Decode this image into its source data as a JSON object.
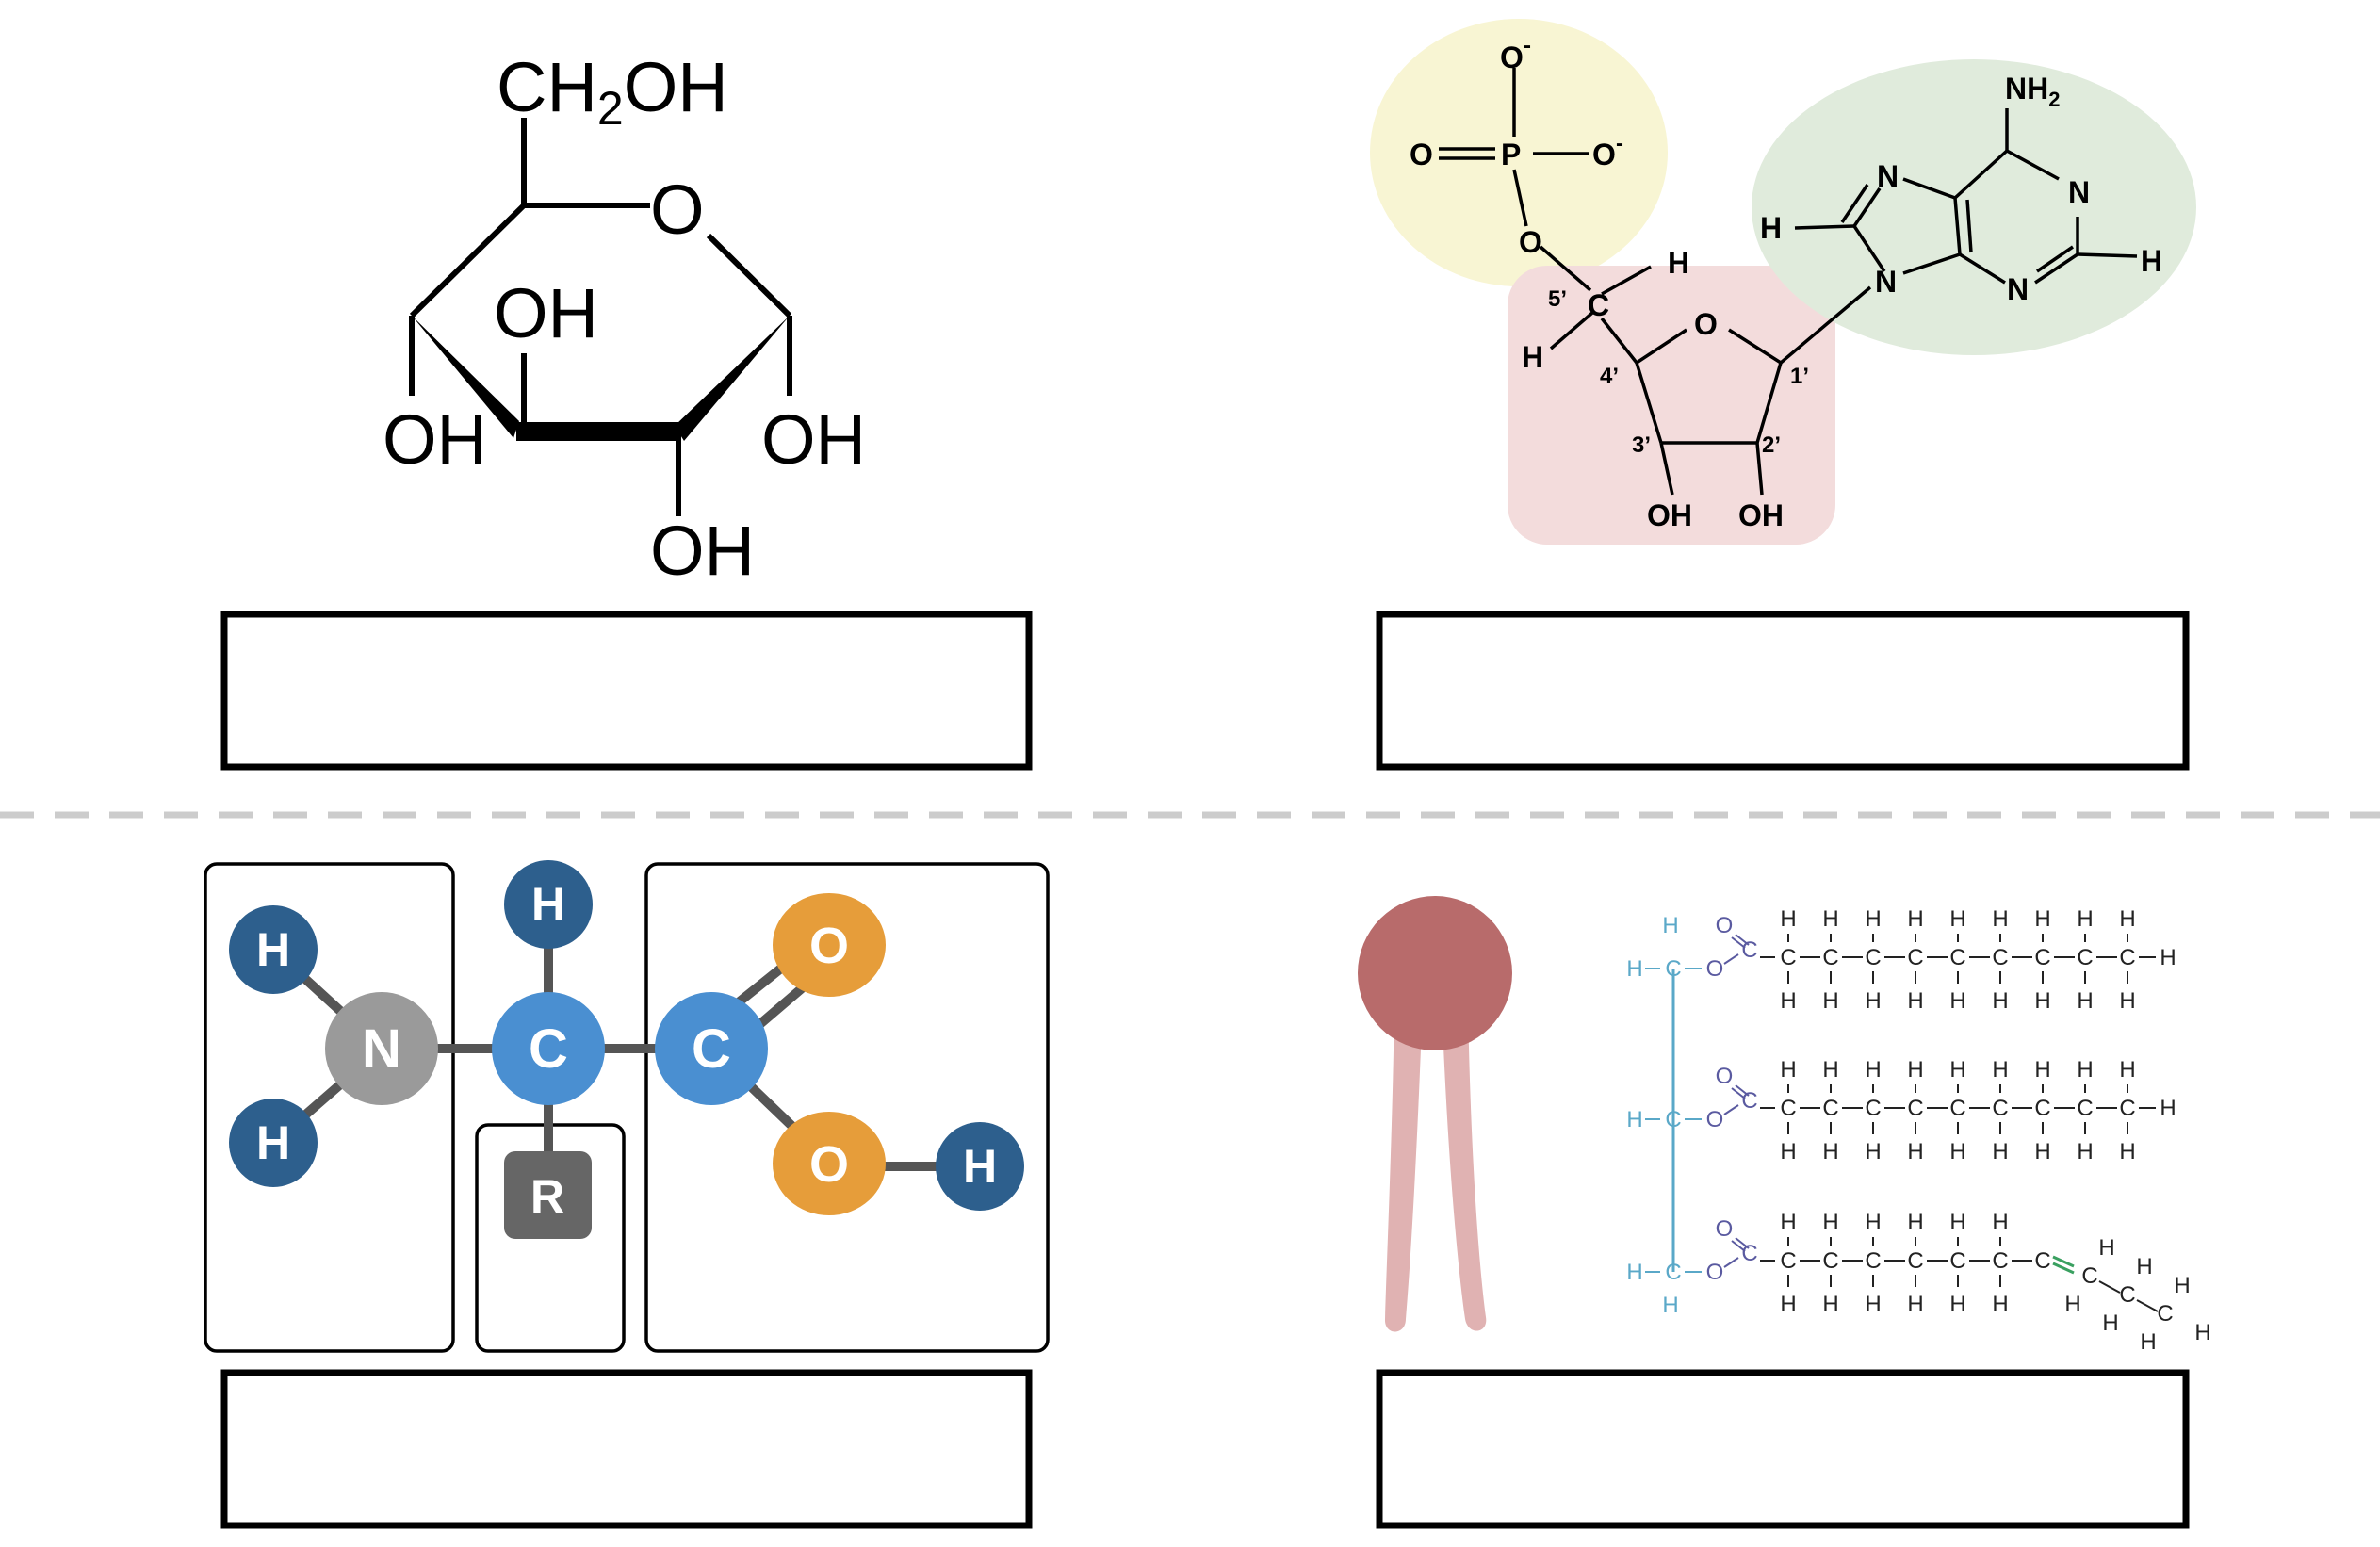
{
  "glucose": {
    "labels": {
      "ch2oh_a": "CH",
      "ch2oh_sub": "2",
      "ch2oh_b": "OH",
      "ring_o": "O",
      "oh_inner": "OH",
      "oh_left": "OH",
      "oh_right": "OH",
      "oh_bottom": "OH"
    }
  },
  "nucleotide": {
    "colors": {
      "phosphate": "#f8f5d3",
      "sugar": "#f3dcdc",
      "base": "#e0ebdc"
    },
    "labels": {
      "o_top": "O",
      "minus": "-",
      "o_left": "O",
      "p": "P",
      "o_right": "O",
      "o_link": "O",
      "c5": "C",
      "prime5": "5’",
      "h_top": "H",
      "h_left": "H",
      "ring_o": "O",
      "prime4": "4’",
      "prime1": "1’",
      "prime3": "3’",
      "prime2": "2’",
      "oh3": "OH",
      "oh2": "OH",
      "nh2": "NH",
      "nh2_sub": "2",
      "n7": "N",
      "n1": "N",
      "h8": "H",
      "n9": "N",
      "n3": "N",
      "h2": "H"
    }
  },
  "amino_acid": {
    "colors": {
      "h": "#2d5f8d",
      "n": "#9a9a9a",
      "c": "#4a8fd1",
      "o": "#e69d3a",
      "r": "#666666"
    },
    "labels": {
      "h_top": "H",
      "h_n_top": "H",
      "h_n_bottom": "H",
      "n": "N",
      "c_alpha": "C",
      "c_carboxyl": "C",
      "o_double": "O",
      "o_single": "O",
      "h_oh": "H",
      "r": "R"
    }
  },
  "lipid": {
    "colors": {
      "head": "#b86b6b",
      "tails": "#e0b2b2",
      "glycerol": "#5aa8c8",
      "ester_o": "#5a5aa0",
      "double_bond": "#3aa060"
    },
    "labels": {
      "c": "C",
      "h": "H",
      "o": "O"
    }
  },
  "divider": {
    "color": "#cccccc"
  }
}
